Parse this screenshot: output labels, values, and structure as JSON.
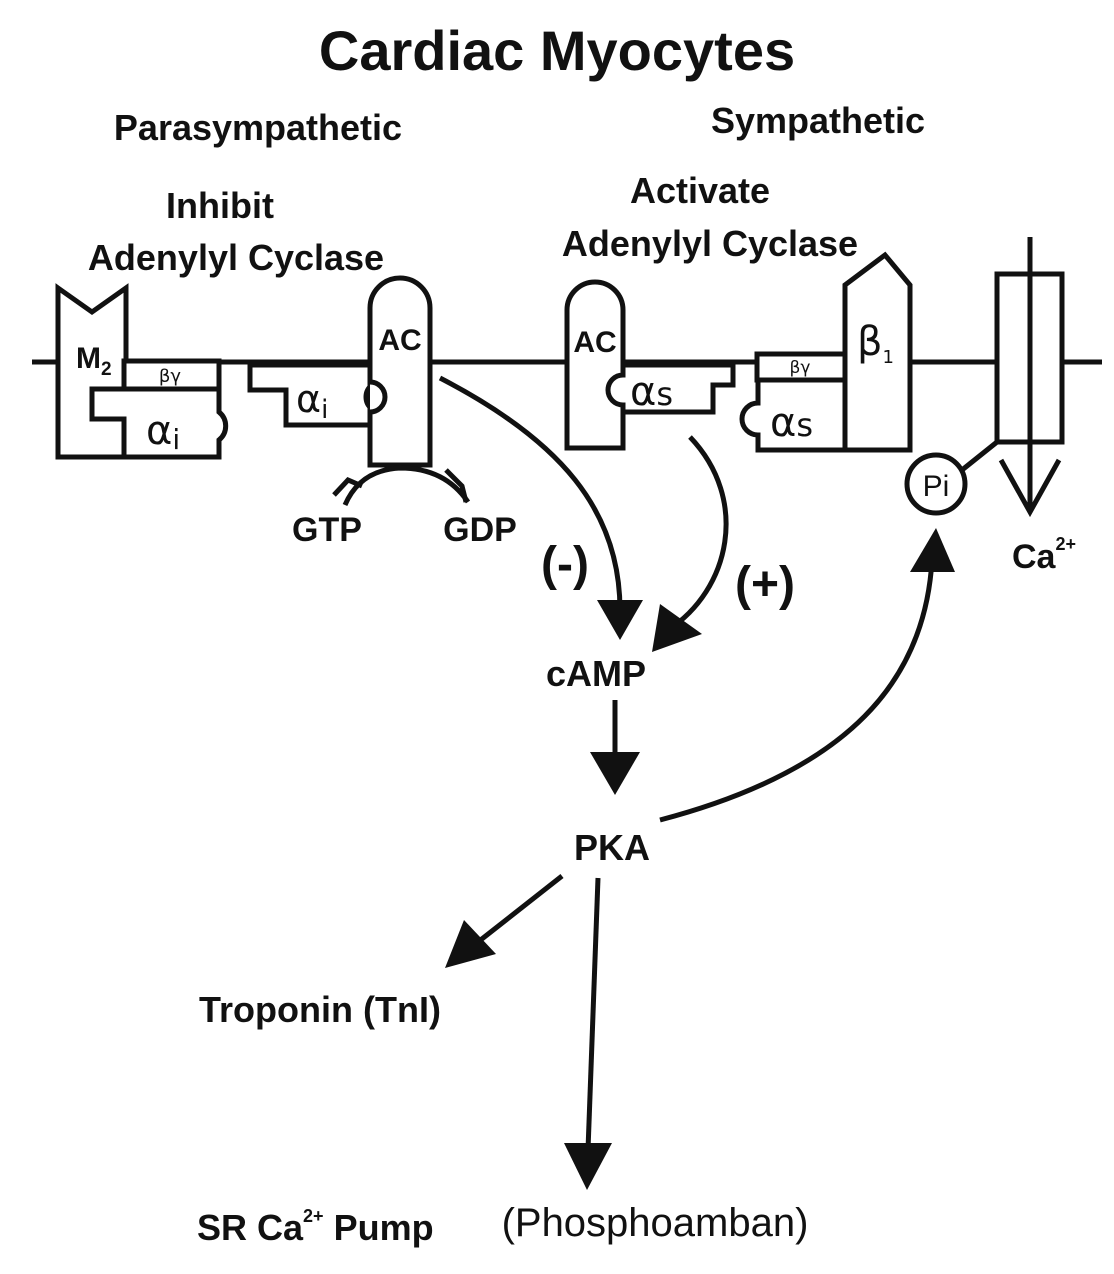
{
  "title": "Cardiac Myocytes",
  "branches": {
    "parasympathetic": "Parasympathetic",
    "sympathetic": "Sympathetic"
  },
  "actions": {
    "inhibit_line1": "Inhibit",
    "inhibit_line2": "Adenylyl Cyclase",
    "activate_line1": "Activate",
    "activate_line2": "Adenylyl Cyclase"
  },
  "receptors": {
    "m2": "M",
    "m2_sub": "2",
    "beta1": "β",
    "beta1_sub": "1"
  },
  "proteins": {
    "beta_gamma": "βγ",
    "alpha": "α",
    "sub_i": "i",
    "sub_s": "s",
    "ac": "AC"
  },
  "nucleotides": {
    "gtp": "GTP",
    "gdp": "GDP"
  },
  "effects": {
    "negative": "(-)",
    "positive": "(+)"
  },
  "pathway": {
    "camp": "cAMP",
    "pka": "PKA",
    "pi": "Pi",
    "ca": "Ca",
    "ca_sup": "2+",
    "troponin": "Troponin (TnI)",
    "sr_pump_pre": "SR Ca",
    "sr_pump_sup": "2+",
    "sr_pump_post": " Pump",
    "phosphoamban": "(Phosphoamban)"
  }
}
